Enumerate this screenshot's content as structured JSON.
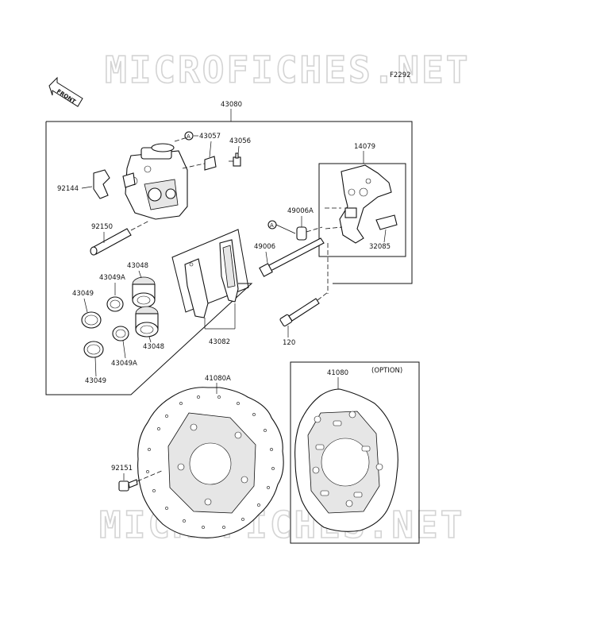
{
  "diagram_code": "F2292",
  "watermark": "MICROFICHES.NET",
  "front_label": "FRONT",
  "option_label": "(OPTION)",
  "callout_a": "A",
  "parts": {
    "p43080": "43080",
    "p43057": "43057",
    "p43056": "43056",
    "p14079": "14079",
    "p92144": "92144",
    "p92150": "92150",
    "p49006a": "49006A",
    "p49006": "49006",
    "p32085": "32085",
    "p43048_top": "43048",
    "p43049a_top": "43049A",
    "p43049_top": "43049",
    "p43048_bottom": "43048",
    "p43049a_bottom": "43049A",
    "p43049_bottom": "43049",
    "p43082": "43082",
    "p120": "120",
    "p41080a": "41080A",
    "p41080": "41080",
    "p92151": "92151"
  }
}
